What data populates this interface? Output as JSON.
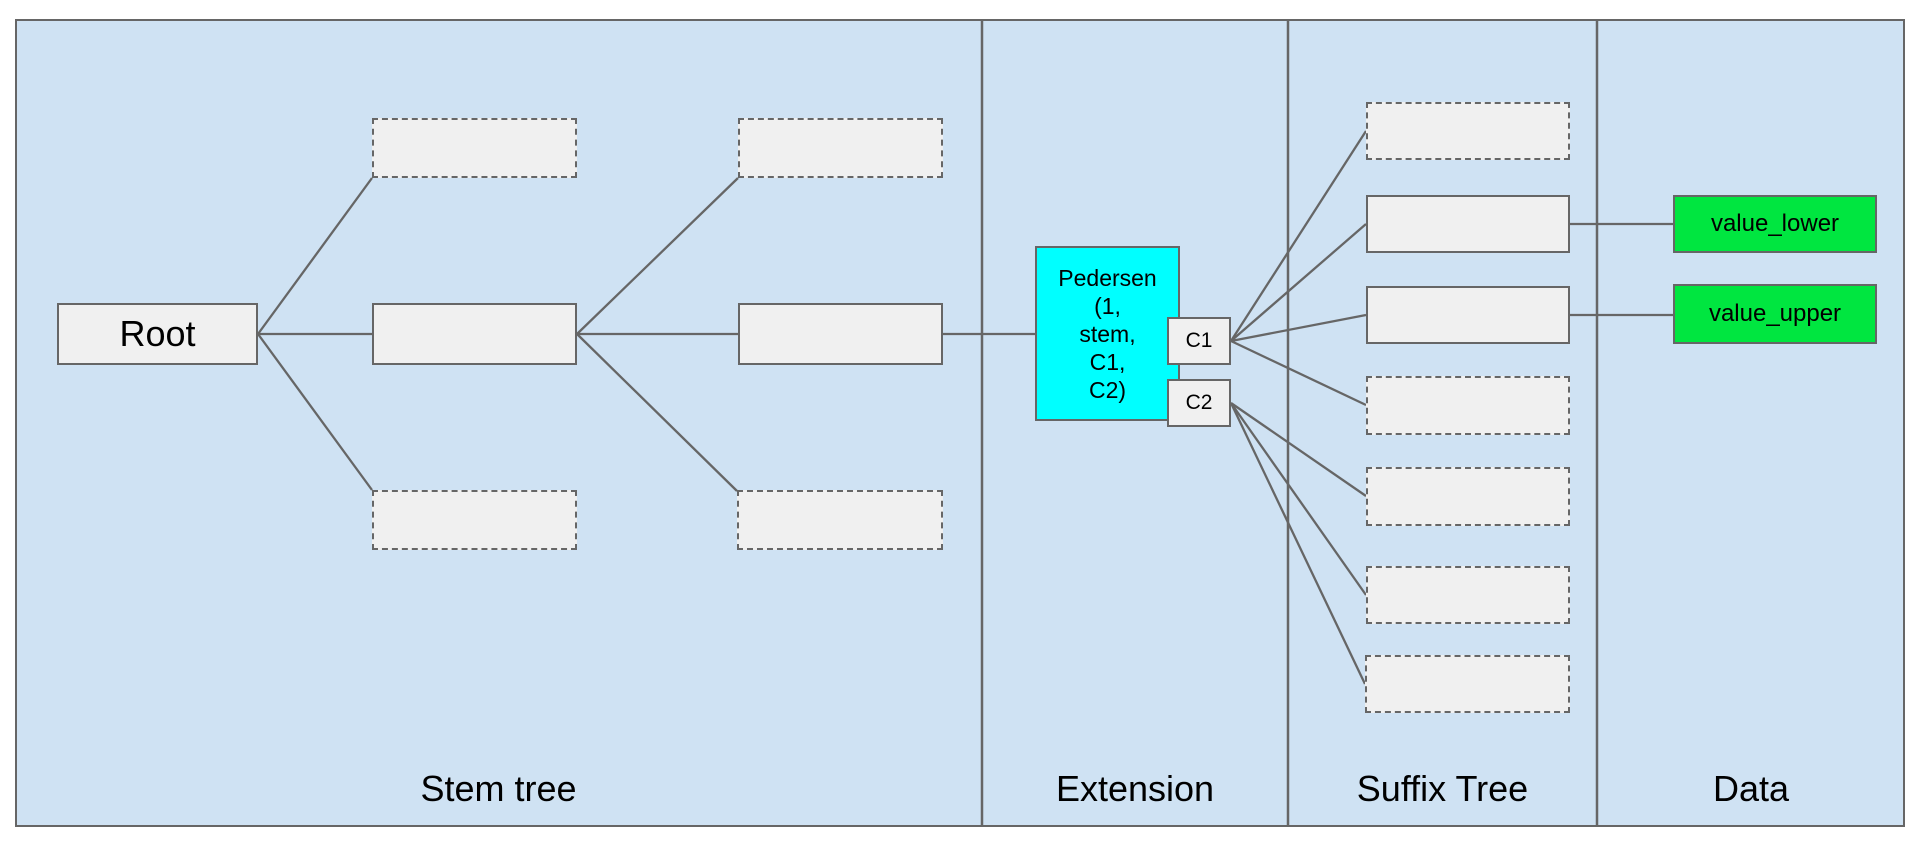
{
  "sections": [
    {
      "label": "Stem tree"
    },
    {
      "label": "Extension"
    },
    {
      "label": "Suffix Tree"
    },
    {
      "label": "Data"
    }
  ],
  "nodes": {
    "root": {
      "label": "Root"
    },
    "pedersen": {
      "label": "Pedersen\n(1,\nstem,\nC1,\nC2)"
    },
    "c1": {
      "label": "C1"
    },
    "c2": {
      "label": "C2"
    },
    "value_lower": {
      "label": "value_lower"
    },
    "value_upper": {
      "label": "value_upper"
    }
  },
  "colors": {
    "section_background": "#cfe2f3",
    "node_fill": "#f0f0f0",
    "extension_node_fill": "#00ffff",
    "data_node_fill": "#00e640",
    "stroke": "#666666",
    "text": "#000000"
  }
}
